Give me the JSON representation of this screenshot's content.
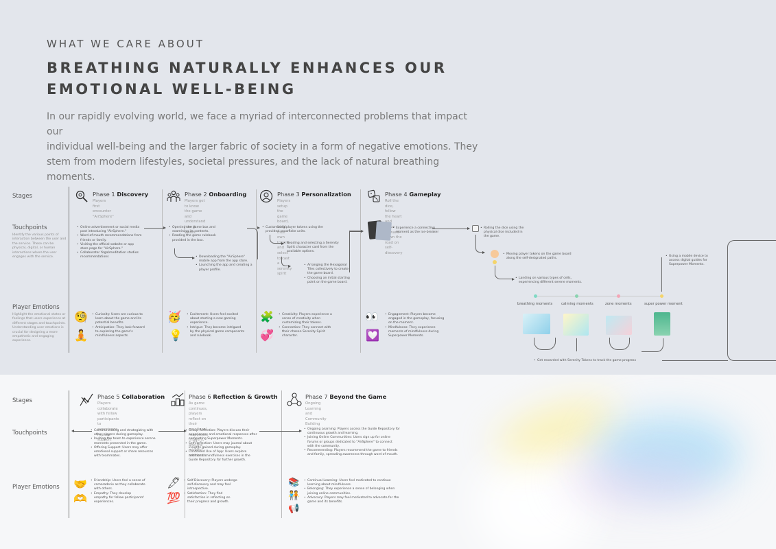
{
  "header": {
    "eyebrow": "WHAT WE CARE ABOUT",
    "headline_line1": "BREATHING NATURALLY ENHANCES OUR",
    "headline_line2": "EMOTIONAL WELL-BEING",
    "intro_line1": "In our rapidly evolving world, we face a myriad of interconnected problems that impact our",
    "intro_line2": "individual well-being and the larger fabric of society in a form of negative emotions. They",
    "intro_line3": "stem from modern lifestyles, societal pressures, and the lack of natural breathing moments."
  },
  "rows": {
    "stages": "Stages",
    "touchpoints": "Touchpoints",
    "touchpoints_desc": "Identify the various points of interaction between the user and the service. These can be physical, digital, or human interactions where the user engages with the service.",
    "emotions": "Player Emotions",
    "emotions_desc": "Highlight the emotional states or feelings that users experience at different stages and touchpoints. Understanding user emotions is crucial for designing a more empathetic and engaging experience."
  },
  "icons": {
    "p1": "magnifier-gear-icon",
    "p2": "people-group-icon",
    "p3": "person-circle-icon",
    "p4": "dice-icon",
    "p5": "collaboration-icon",
    "p6": "podium-growth-icon",
    "p7": "network-icon"
  },
  "phases": [
    {
      "num": "Phase 1",
      "name": "Discovery",
      "sub1": "Players first encounter \"AirSphere\"",
      "sub2": "",
      "sub3": ""
    },
    {
      "num": "Phase 2",
      "name": "Onboarding",
      "sub1": "Players get to know the game and",
      "sub2": "understand how it works.",
      "sub3": ""
    },
    {
      "num": "Phase 3",
      "name": "Personalization",
      "sub1": "Players setup the game board, build",
      "sub2": "their own tokens and select to cast a",
      "sub3": "serenity spirit"
    },
    {
      "num": "Phase 4",
      "name": "Gameplay",
      "sub1": "Roll the dice, follow the heart and move forward down the",
      "sub2": "road on self-discovery",
      "sub3": ""
    },
    {
      "num": "Phase 5",
      "name": "Collaboration",
      "sub1": "Players collaborate with fellow",
      "sub2": "participants to experience",
      "sub3": "mutual support"
    },
    {
      "num": "Phase 6",
      "name": "Reflection & Growth",
      "sub1": "As game continues, players reflect on their",
      "sub2": "emotional responses, triggers, and the mindful",
      "sub3": "moments."
    },
    {
      "num": "Phase 7",
      "name": "Beyond the Game",
      "sub1": "Ongoing Learning and",
      "sub2": "Community Building",
      "sub3": ""
    }
  ],
  "touchpoints": {
    "p1": [
      "Online advertisement or social media post introducing \"AirSphere.\"",
      "Word-of-mouth recommendations from friends or family.",
      "Visiting the official website or app store page for \"AirSphere.\"",
      "Collaborator Yoga/meditation studios recommendations"
    ],
    "p2a": [
      "Opening the game box and examining its contents.",
      "Reading the game rulebook provided in the box."
    ],
    "p2b": [
      "Downloading the \"AirSphere\" mobile app from the app store.",
      "Launching the app and creating a player profile."
    ],
    "p3a": [
      "Customizing player tokens using the provided snowflake units."
    ],
    "p3b": [
      "Reading and selecting a Serenity Spirit character card from the available options."
    ],
    "p3c": [
      "Arranging the Hexagonal Tiles collectively to create the game board.",
      "Choosing an initial starting point on the game board."
    ],
    "p4a": [
      "Experience a connecting moment as the ice-breaker"
    ],
    "p4b": [
      "Rolling the dice using the physical dice included in the game."
    ],
    "p4c": [
      "Moving player tokens on the game board along the self-designated paths."
    ],
    "p4d": [
      "Landing on various types of cells, experiencing different serene moments."
    ],
    "p4e": [
      "Using a mobile device to access digital guides for Superpower Moments."
    ],
    "reward": "Get rewarded with Serenity Tokens to track the game progress",
    "p5": [
      "Communicating and strategizing with other players during gameplay.",
      "Inviting the team to experience serene moments presented in the game.",
      "Offering Support: Users may offer emotional support or share resources with teammates."
    ],
    "p6": [
      "Group Reflection: Players discuss their experiences and emotional responses after completing Superpower Moments.",
      "Self-Reflection: Users may journal about insights gained during gameplay.",
      "Continued Use of App: Users explore additional mindfulness exercises in the Guide Repository for further growth."
    ],
    "p7": [
      "Ongoing Learning: Players access the Guide Repository for continuous growth and learning.",
      "Joining Online Communities: Users sign up for online forums or groups dedicated to \"AirSphere\" to connect with the community.",
      "Recommending: Players recommend the game to friends and family, spreading awareness through word of mouth."
    ]
  },
  "moments": [
    {
      "label": "breathing moments",
      "color": "#7fd9c4"
    },
    {
      "label": "calming moments",
      "color": "#8ad3b0"
    },
    {
      "label": "zone moments",
      "color": "#f3a6b6"
    },
    {
      "label": "super power moment",
      "color": "#f4d46a"
    }
  ],
  "emotions": {
    "p1": [
      "Curiosity: Users are curious to learn about the game and its potential benefits.",
      "Anticipation: They look forward to exploring the game's mindfulness aspects."
    ],
    "p2": [
      "Excitement: Users feel excited about starting a new gaming experience.",
      "Intrigue: They become intrigued by the physical game components and rulebook."
    ],
    "p3": [
      "Creativity: Players experience a sense of creativity when customizing their tokens.",
      "Connection: They connect with their chosen Serenity Spirit character."
    ],
    "p4": [
      "Engagement: Players become engaged in the gameplay, focusing on the moment.",
      "Mindfulness: They experience moments of mindfulness during Superpower Moments."
    ],
    "p5": [
      "Friendship: Users feel a sense of camaraderie as they collaborate with others.",
      "Empathy: They develop empathy for fellow participants' experiences."
    ],
    "p6": [
      "Self-Discovery: Players undergo self-discovery and may feel introspective.",
      "Satisfaction: They find satisfaction in reflecting on their progress and growth."
    ],
    "p7": [
      "Continual Learning: Users feel motivated to continue learning about mindfulness.",
      "Belonging: They experience a sense of belonging when joining online communities.",
      "Advocacy: Players may feel motivated to advocate for the game and its benefits."
    ]
  },
  "emoji": {
    "p1a": "🧐",
    "p1b": "🧘",
    "p2a": "🥳",
    "p2b": "💡",
    "p3a": "🧩",
    "p3b": "💞",
    "p4a": "👀",
    "p4b": "💟",
    "p5a": "🤝",
    "p5b": "🫶",
    "p6a": "🖋",
    "p6b": "💯",
    "p7a": "📚",
    "p7b": "🧑‍🤝‍🧑",
    "p7c": "📢"
  }
}
